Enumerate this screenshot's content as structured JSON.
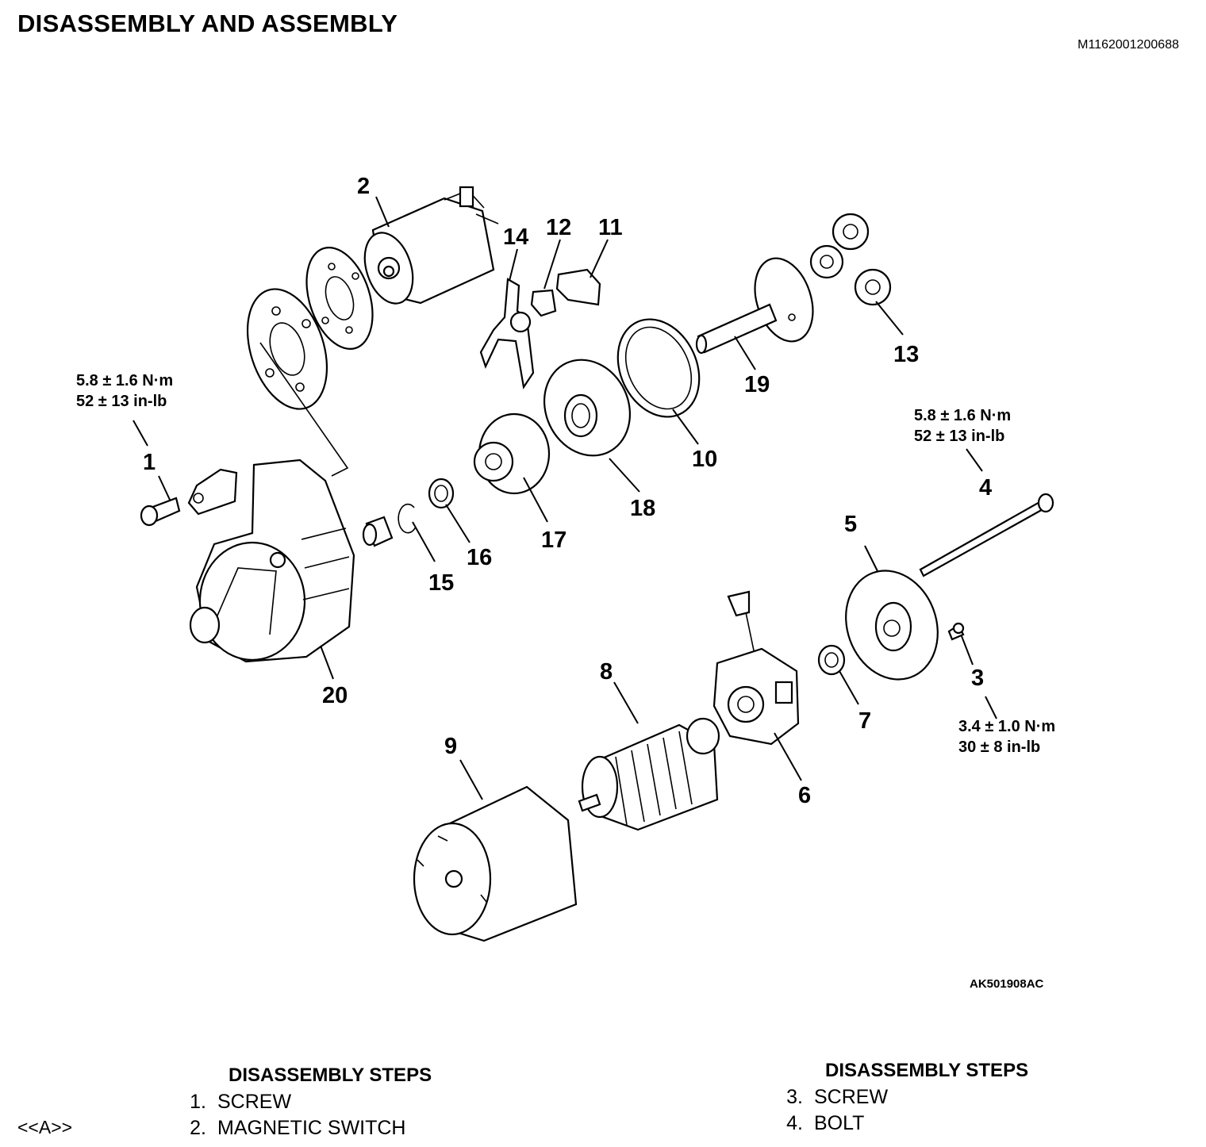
{
  "header": {
    "title": "DISASSEMBLY AND ASSEMBLY",
    "doc_id": "M1162001200688"
  },
  "figure": {
    "id": "AK501908AC",
    "callouts": [
      "1",
      "2",
      "3",
      "4",
      "5",
      "6",
      "7",
      "8",
      "9",
      "10",
      "11",
      "12",
      "13",
      "14",
      "15",
      "16",
      "17",
      "18",
      "19",
      "20"
    ],
    "torque_specs": {
      "screw_1": {
        "nm": "5.8 ± 1.6 N·m",
        "inlb": "52 ± 13 in-lb"
      },
      "bolt_4": {
        "nm": "5.8 ± 1.6 N·m",
        "inlb": "52 ± 13 in-lb"
      },
      "screw_3": {
        "nm": "3.4 ± 1.0 N·m",
        "inlb": "30 ± 8 in-lb"
      }
    }
  },
  "steps_left": {
    "heading": "DISASSEMBLY STEPS",
    "marker": "<<A>>",
    "items": [
      {
        "num": "1.",
        "label": "SCREW"
      },
      {
        "num": "2.",
        "label": "MAGNETIC SWITCH"
      }
    ]
  },
  "steps_right": {
    "heading": "DISASSEMBLY STEPS",
    "items": [
      {
        "num": "3.",
        "label": "SCREW"
      },
      {
        "num": "4.",
        "label": "BOLT"
      }
    ]
  }
}
